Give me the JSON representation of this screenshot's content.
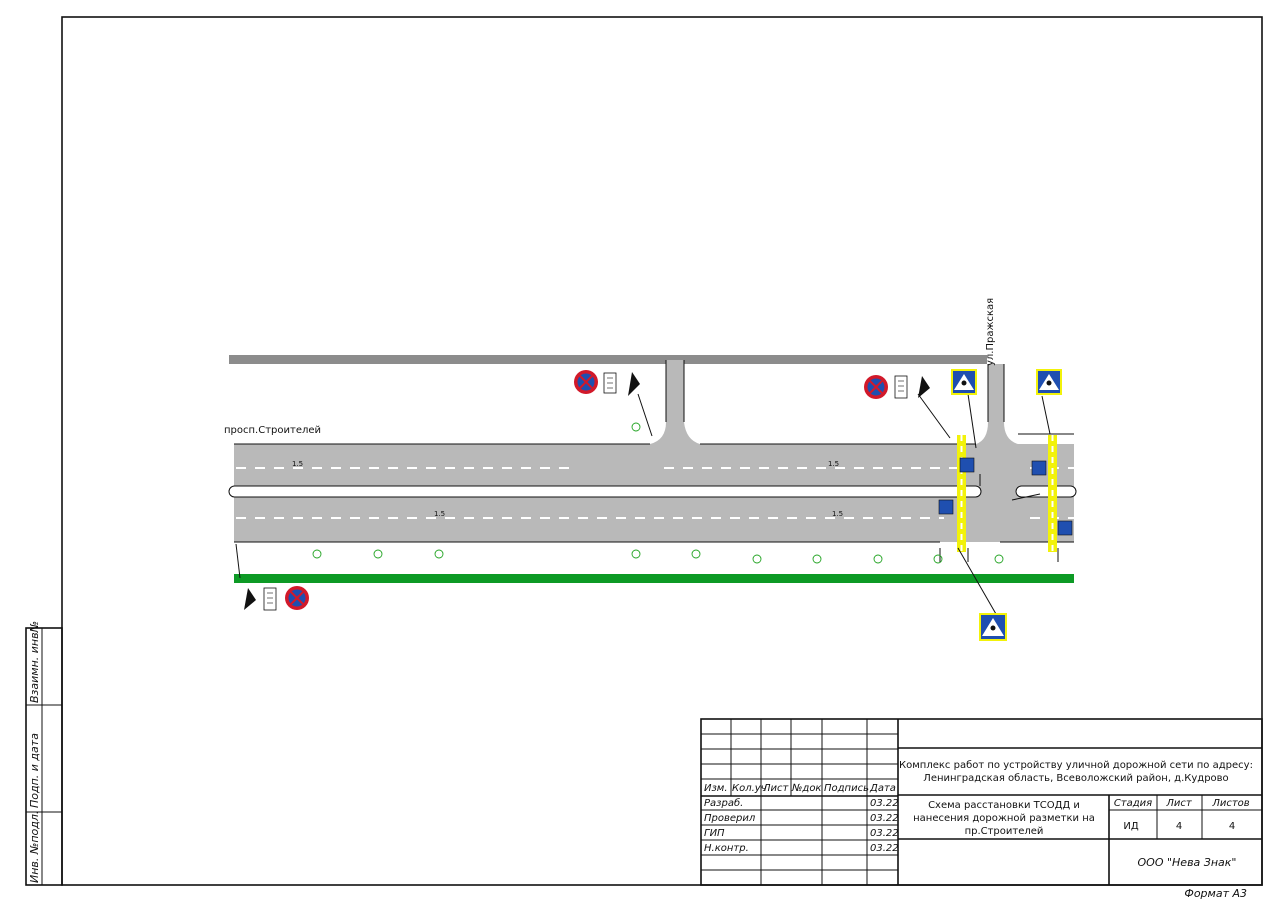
{
  "drawing": {
    "street_main": "просп.Строителей",
    "street_side": "ул.Пражская",
    "lane_mark_code": "1.5",
    "sign_marker": "3",
    "pedestrian_sign_label": "5.19.1",
    "parking_sign_label": "3.27"
  },
  "side_stamp": {
    "inv_podl": "Инв. №подл.",
    "podp_data": "Подп. и дата",
    "vzamin": "Взаимн. инв№"
  },
  "title_block": {
    "headers": [
      "Изм.",
      "Кол.уч",
      "Лист",
      "№док",
      "Подпись",
      "Дата"
    ],
    "roles": [
      {
        "role": "Разраб.",
        "date": "03.22"
      },
      {
        "role": "Проверил",
        "date": "03.22"
      },
      {
        "role": "ГИП",
        "date": "03.22"
      },
      {
        "role": "Н.контр.",
        "date": "03.22"
      }
    ],
    "project_line1": "Комплекс работ по устройству уличной дорожной сети по адресу:",
    "project_line2": "Ленинградская область, Всеволожский район, д.Кудрово",
    "sheet_title_line1": "Схема расстановки ТСОДД и",
    "sheet_title_line2": "нанесения дорожной разметки на",
    "sheet_title_line3": "пр.Строителей",
    "stage_header": "Стадия",
    "sheet_header": "Лист",
    "sheets_header": "Листов",
    "stage": "ИД",
    "sheet": "4",
    "sheets": "4",
    "company": "ООО \"Нева Знак\""
  },
  "format_label": "Формат А3",
  "colors": {
    "road": "#b9b9b9",
    "curb_top": "#8c8c8c",
    "green_strip": "#0d9a25",
    "crosswalk": "#f2f20a",
    "sign_blue": "#1f4fb0",
    "sign_red": "#d2192a"
  }
}
